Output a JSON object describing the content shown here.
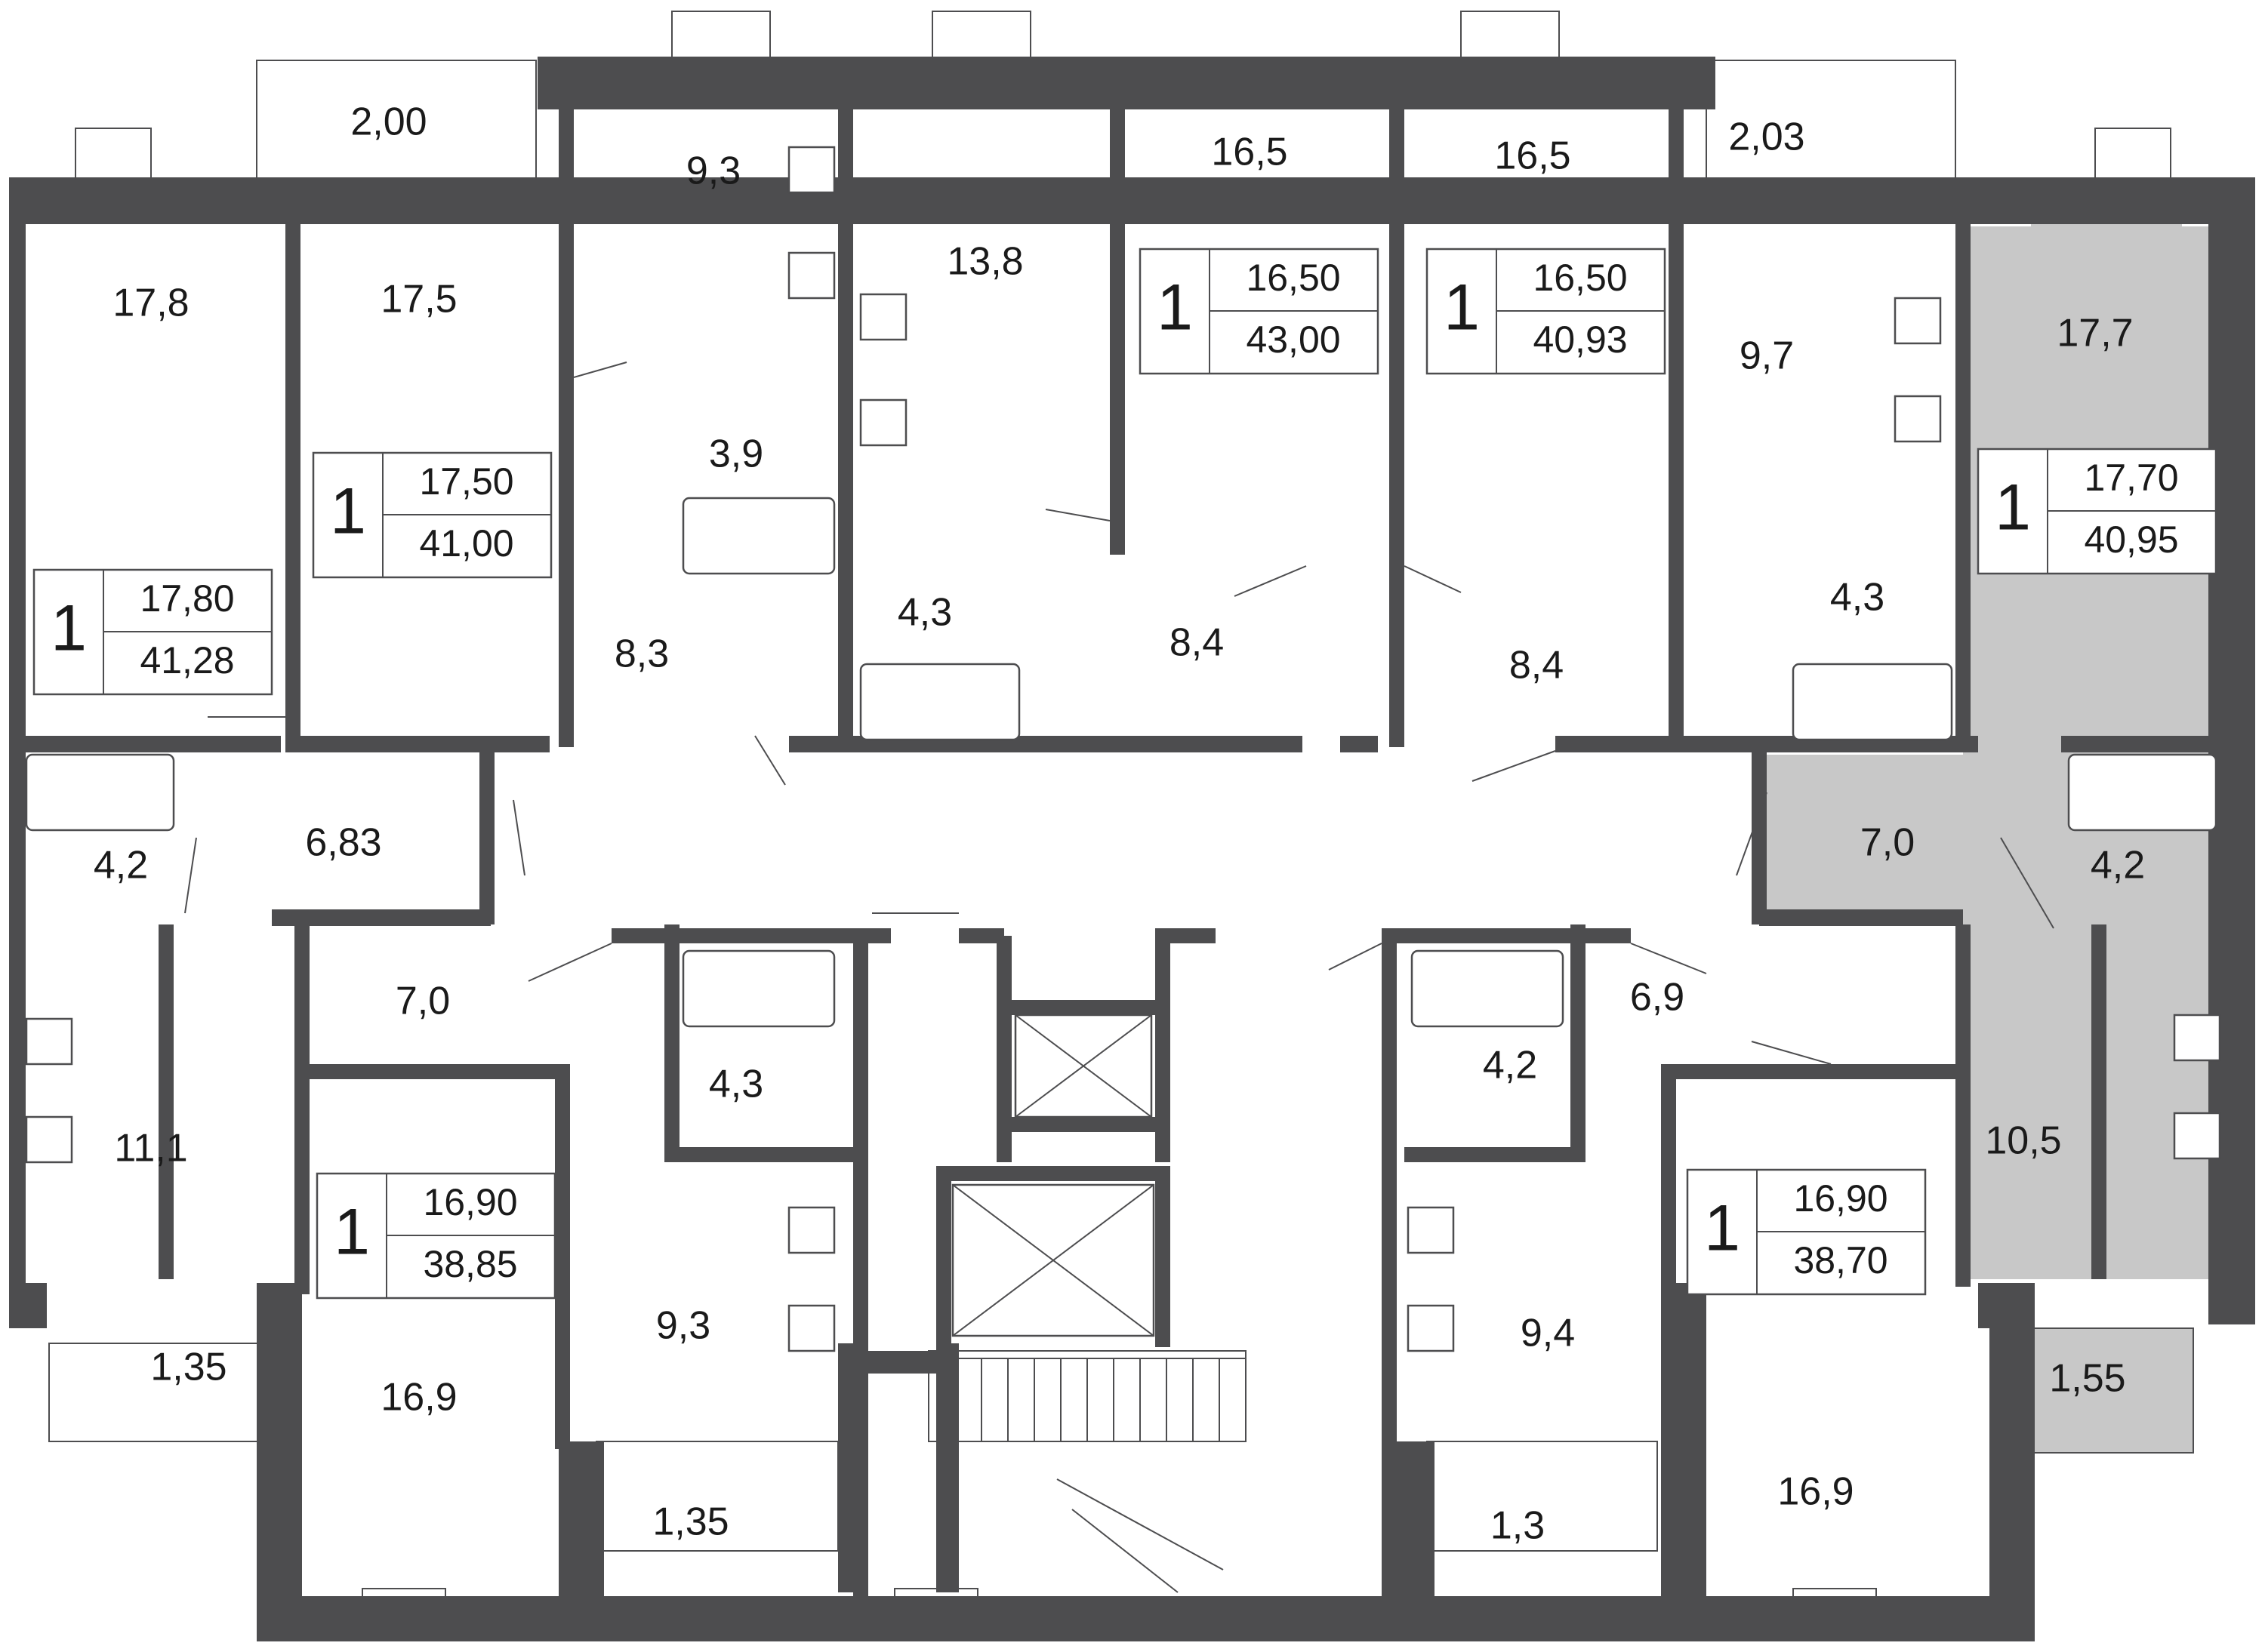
{
  "labels": {
    "balcony_a": "2,00",
    "balcony_b": "2,03",
    "r_178": "17,8",
    "r_175": "17,5",
    "r_93a": "9,3",
    "r_138": "13,8",
    "r_165a": "16,5",
    "r_165b": "16,5",
    "r_97": "9,7",
    "r_177": "17,7",
    "r_39": "3,9",
    "r_83": "8,3",
    "r_43a": "4,3",
    "r_84a": "8,4",
    "r_84b": "8,4",
    "r_43b": "4,3",
    "r_42a": "4,2",
    "r_683": "6,83",
    "r_70b": "7,0",
    "r_42b": "4,2",
    "r_70a": "7,0",
    "r_43c": "4,3",
    "r_42c": "4,2",
    "r_69": "6,9",
    "r_111": "11,1",
    "r_105": "10,5",
    "r_93b": "9,3",
    "r_94": "9,4",
    "r_169a": "16,9",
    "r_169b": "16,9",
    "bal_135a": "1,35",
    "bal_155": "1,55",
    "bal_135b": "1,35",
    "bal_13": "1,3"
  },
  "apartments": [
    {
      "rooms": "1",
      "living": "17,80",
      "total": "41,28"
    },
    {
      "rooms": "1",
      "living": "17,50",
      "total": "41,00"
    },
    {
      "rooms": "1",
      "living": "16,50",
      "total": "43,00"
    },
    {
      "rooms": "1",
      "living": "16,50",
      "total": "40,93"
    },
    {
      "rooms": "1",
      "living": "17,70",
      "total": "40,95"
    },
    {
      "rooms": "1",
      "living": "16,90",
      "total": "38,85"
    },
    {
      "rooms": "1",
      "living": "16,90",
      "total": "38,70"
    }
  ],
  "colors": {
    "wall": "#4d4d4f",
    "highlight": "#c8c8c8"
  }
}
